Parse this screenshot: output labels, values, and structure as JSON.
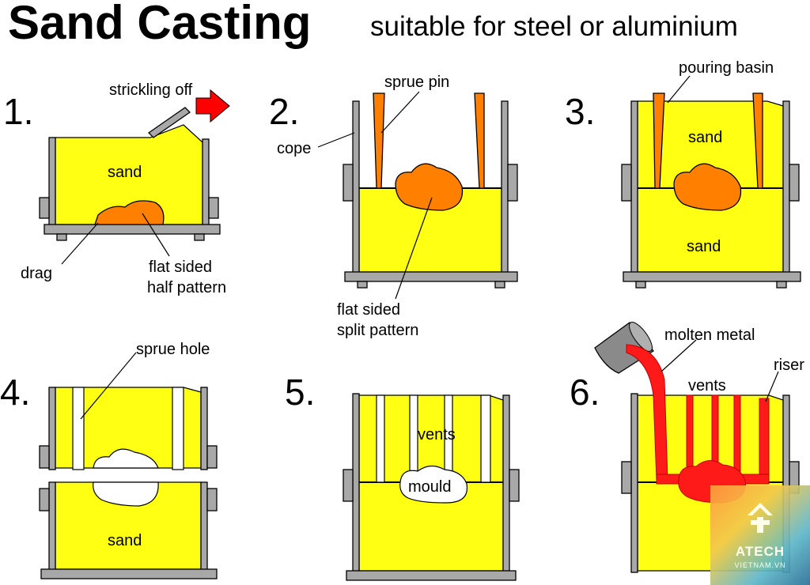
{
  "header": {
    "title": "Sand Casting",
    "subtitle": "suitable for steel or aluminium"
  },
  "steps": [
    {
      "number": "1.",
      "labels": {
        "strickling": "strickling off",
        "sand": "sand",
        "drag": "drag",
        "pattern_line1": "flat sided",
        "pattern_line2": "half pattern"
      }
    },
    {
      "number": "2.",
      "labels": {
        "sprue_pin": "sprue pin",
        "cope": "cope",
        "pattern_line1": "flat sided",
        "pattern_line2": "split pattern"
      }
    },
    {
      "number": "3.",
      "labels": {
        "pouring_basin": "pouring basin",
        "sand_top": "sand",
        "sand_bottom": "sand"
      }
    },
    {
      "number": "4.",
      "labels": {
        "sprue_hole": "sprue hole",
        "sand": "sand"
      }
    },
    {
      "number": "5.",
      "labels": {
        "vents": "vents",
        "mould": "mould"
      }
    },
    {
      "number": "6.",
      "labels": {
        "molten_metal": "molten metal",
        "vents": "vents",
        "riser": "riser"
      }
    }
  ],
  "logo": {
    "name": "ATECH",
    "sub": "VIETNAM.VN"
  },
  "colors": {
    "sand": "#ffff14",
    "pattern": "#ff8000",
    "metal": "#ff1a1a",
    "frame": "#a8a8a8",
    "arrow": "#ff0000"
  }
}
